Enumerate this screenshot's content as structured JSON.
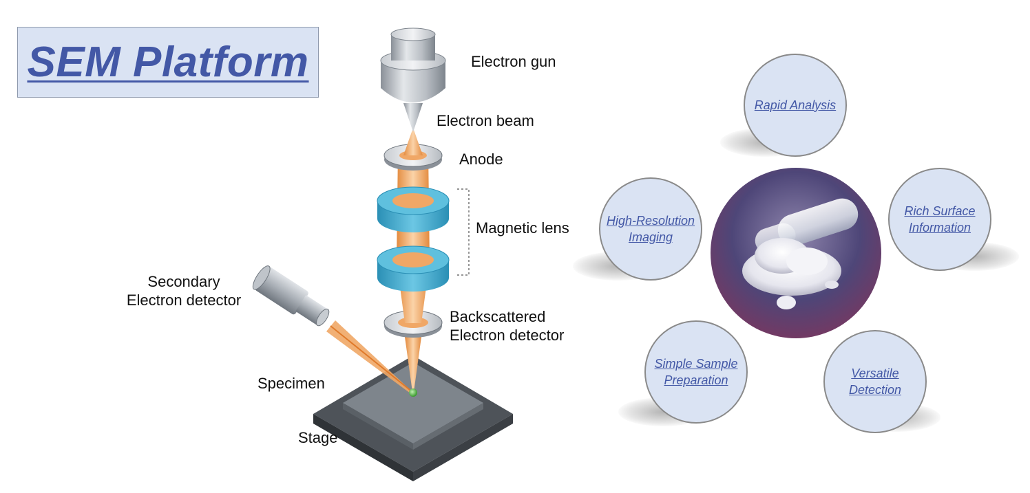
{
  "title": "SEM Platform",
  "diagram_labels": {
    "electron_gun": "Electron gun",
    "electron_beam": "Electron beam",
    "anode": "Anode",
    "magnetic_lens": "Magnetic lens",
    "secondary_detector": "Secondary\nElectron detector",
    "backscattered_detector": "Backscattered\nElectron detector",
    "specimen": "Specimen",
    "stage": "Stage"
  },
  "features": {
    "rapid": "Rapid Analysis",
    "rich": "Rich Surface\nInformation",
    "versatile": "Versatile\nDetection",
    "simple": "Simple Sample\nPreparation",
    "hires": "High-Resolution\nImaging"
  },
  "colors": {
    "title_bg": "#dae3f3",
    "title_text": "#4358a6",
    "bubble_bg": "#dae3f3",
    "beam": "#f0a766",
    "lens": "#4ab3d4"
  }
}
